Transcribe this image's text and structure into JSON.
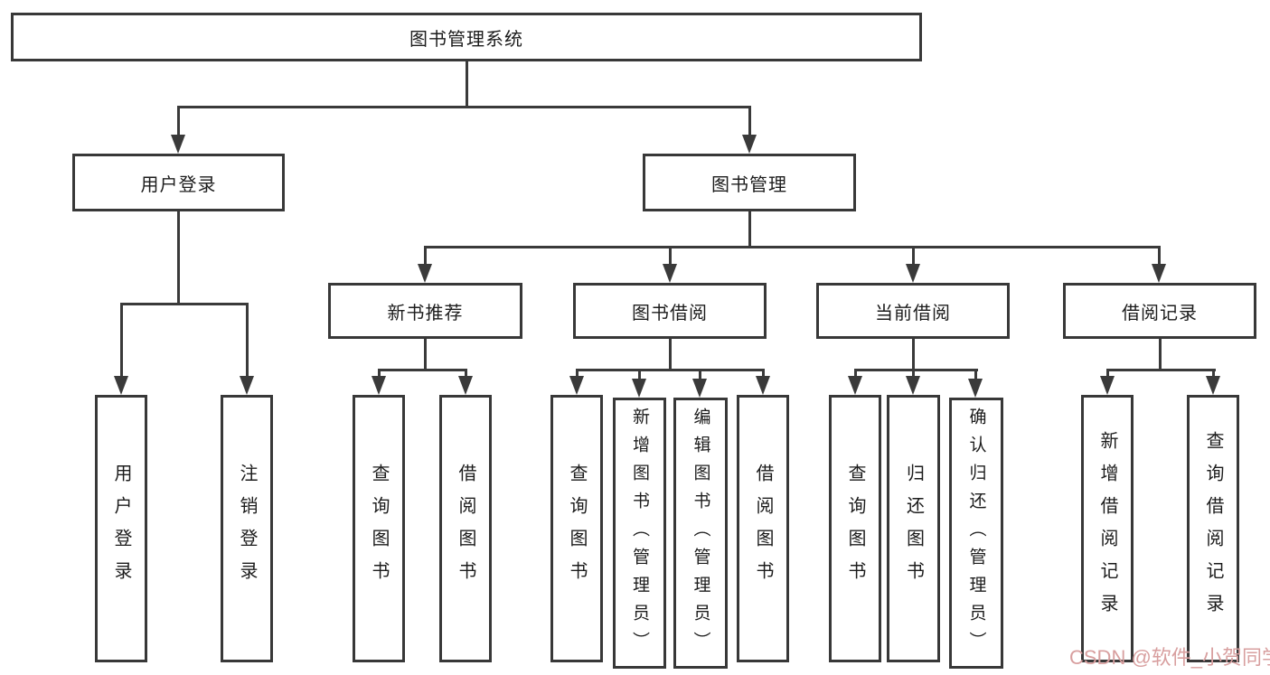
{
  "colors": {
    "line": "#3a3a3a",
    "box_border": "#383838",
    "box_background": "#ffffff",
    "text": "#1c1c1c",
    "watermark": "#d89f9f"
  },
  "watermark": {
    "text": "CSDN @软件_小贺同学"
  },
  "tree": {
    "root": {
      "label": "图书管理系统",
      "children": [
        {
          "label": "用户登录",
          "children": [
            {
              "label": "用户登录"
            },
            {
              "label": "注销登录"
            }
          ]
        },
        {
          "label": "图书管理",
          "children": [
            {
              "label": "新书推荐",
              "children": [
                {
                  "label": "查询图书"
                },
                {
                  "label": "借阅图书"
                }
              ]
            },
            {
              "label": "图书借阅",
              "children": [
                {
                  "label": "查询图书"
                },
                {
                  "label": "新增图书（管理员）"
                },
                {
                  "label": "编辑图书（管理员）"
                },
                {
                  "label": "借阅图书"
                }
              ]
            },
            {
              "label": "当前借阅",
              "children": [
                {
                  "label": "查询图书"
                },
                {
                  "label": "归还图书"
                },
                {
                  "label": "确认归还（管理员）"
                }
              ]
            },
            {
              "label": "借阅记录",
              "children": [
                {
                  "label": "新增借阅记录"
                },
                {
                  "label": "查询借阅记录"
                }
              ]
            }
          ]
        }
      ]
    }
  }
}
